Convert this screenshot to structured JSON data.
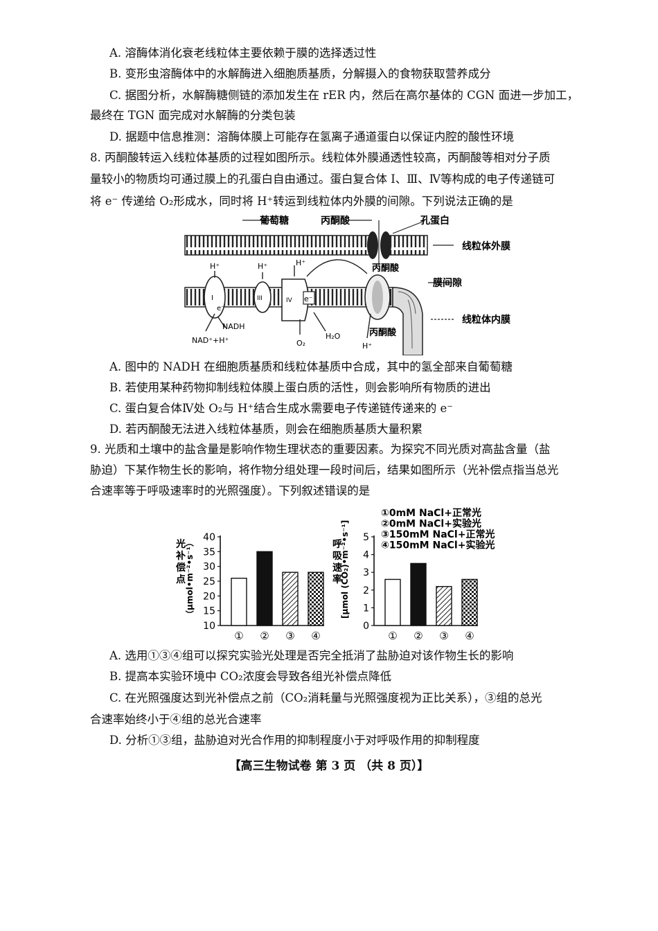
{
  "q7": {
    "A": "A.  溶酶体消化衰老线粒体主要依赖于膜的选择透过性",
    "B": "B.  变形虫溶酶体中的水解酶进入细胞质基质，分解摄入的食物获取营养成分",
    "C1": "C.  据图分析，水解酶糖侧链的添加发生在 rER 内，然后在高尔基体的 CGN 面进一步加工，",
    "C2": "最终在 TGN 面完成对水解酶的分类包装",
    "D": "D.  据题中信息推测：溶酶体膜上可能存在氢离子通道蛋白以保证内腔的酸性环境"
  },
  "q8": {
    "stem1": "8.  丙酮酸转运入线粒体基质的过程如图所示。线粒体外膜通透性较高，丙酮酸等相对分子质",
    "stem2": "量较小的物质均可通过膜上的孔蛋白自由通过。蛋白复合体 I、Ⅲ、Ⅳ等构成的电子传递链可",
    "stem3": "将 e⁻ 传递给 O₂形成水，同时将 H⁺转运到线粒体内外膜的间隙。下列说法正确的是",
    "diagram": {
      "glucose": "葡萄糖",
      "pyruvate": "丙酮酸",
      "porin": "孔蛋白",
      "outer": "线粒体外膜",
      "space": "膜间隙",
      "inner": "线粒体内膜",
      "pyruvate_mid": "丙酮酸",
      "pyruvate_low": "丙酮酸",
      "hplus": "H⁺",
      "c1": "I",
      "c3": "III",
      "c4": "IV",
      "e": "e⁻",
      "nadh": "NADH",
      "nad": "NAD⁺+H⁺",
      "o2": "O₂",
      "h2o": "H₂O"
    },
    "A": "A.  图中的 NADH 在细胞质基质和线粒体基质中合成，其中的氢全部来自葡萄糖",
    "B": "B.  若使用某种药物抑制线粒体膜上蛋白质的活性，则会影响所有物质的进出",
    "C": "C.  蛋白复合体Ⅳ处 O₂与 H⁺结合生成水需要电子传递链传递来的 e⁻",
    "D": "D.  若丙酮酸无法进入线粒体基质，则会在细胞质基质大量积累"
  },
  "q9": {
    "stem1": "9.  光质和土壤中的盐含量是影响作物生理状态的重要因素。为探究不同光质对高盐含量（盐",
    "stem2": "胁迫）下某作物生长的影响，将作物分组处理一段时间后，结果如图所示（光补偿点指当总光",
    "stem3": "合速率等于呼吸速率时的光照强度）。下列叙述错误的是",
    "A": "A.  选用①③④组可以探究实验光处理是否完全抵消了盐胁迫对该作物生长的影响",
    "B": "B.  提高本实验环境中 CO₂浓度会导致各组光补偿点降低",
    "C1": "C.  在光照强度达到光补偿点之前（CO₂消耗量与光照强度视为正比关系），③组的总光",
    "C2": "合速率始终小于④组的总光合速率",
    "D": "D.  分析①③组，盐胁迫对光合作用的抑制程度小于对呼吸作用的抑制程度"
  },
  "chart_data": [
    {
      "type": "bar",
      "ylabel": "光补偿点",
      "yunit": "（μmol•m⁻²•s⁻¹）",
      "categories": [
        "①",
        "②",
        "③",
        "④"
      ],
      "values": [
        26,
        35,
        28,
        28
      ],
      "ylim": [
        10,
        40
      ],
      "yticks": [
        "10",
        "15",
        "20",
        "25",
        "30",
        "35",
        "40"
      ],
      "patterns": [
        "white",
        "black",
        "hatch",
        "checker"
      ]
    },
    {
      "type": "bar",
      "ylabel": "呼吸速率",
      "yunit": "[μmol (CO₂)•m⁻²•s⁻¹]",
      "categories": [
        "①",
        "②",
        "③",
        "④"
      ],
      "values": [
        2.6,
        3.5,
        2.2,
        2.6
      ],
      "ylim": [
        0,
        5
      ],
      "yticks": [
        "0",
        "1",
        "2",
        "3",
        "4",
        "5"
      ],
      "patterns": [
        "white",
        "black",
        "hatch",
        "checker"
      ],
      "legend": [
        "①0mM NaCl+正常光",
        "②0mM NaCl+实验光",
        "③150mM NaCl+正常光",
        "④150mM NaCl+实验光"
      ]
    }
  ],
  "footer": "【高三生物试卷    第 3 页 （共 8 页）】"
}
